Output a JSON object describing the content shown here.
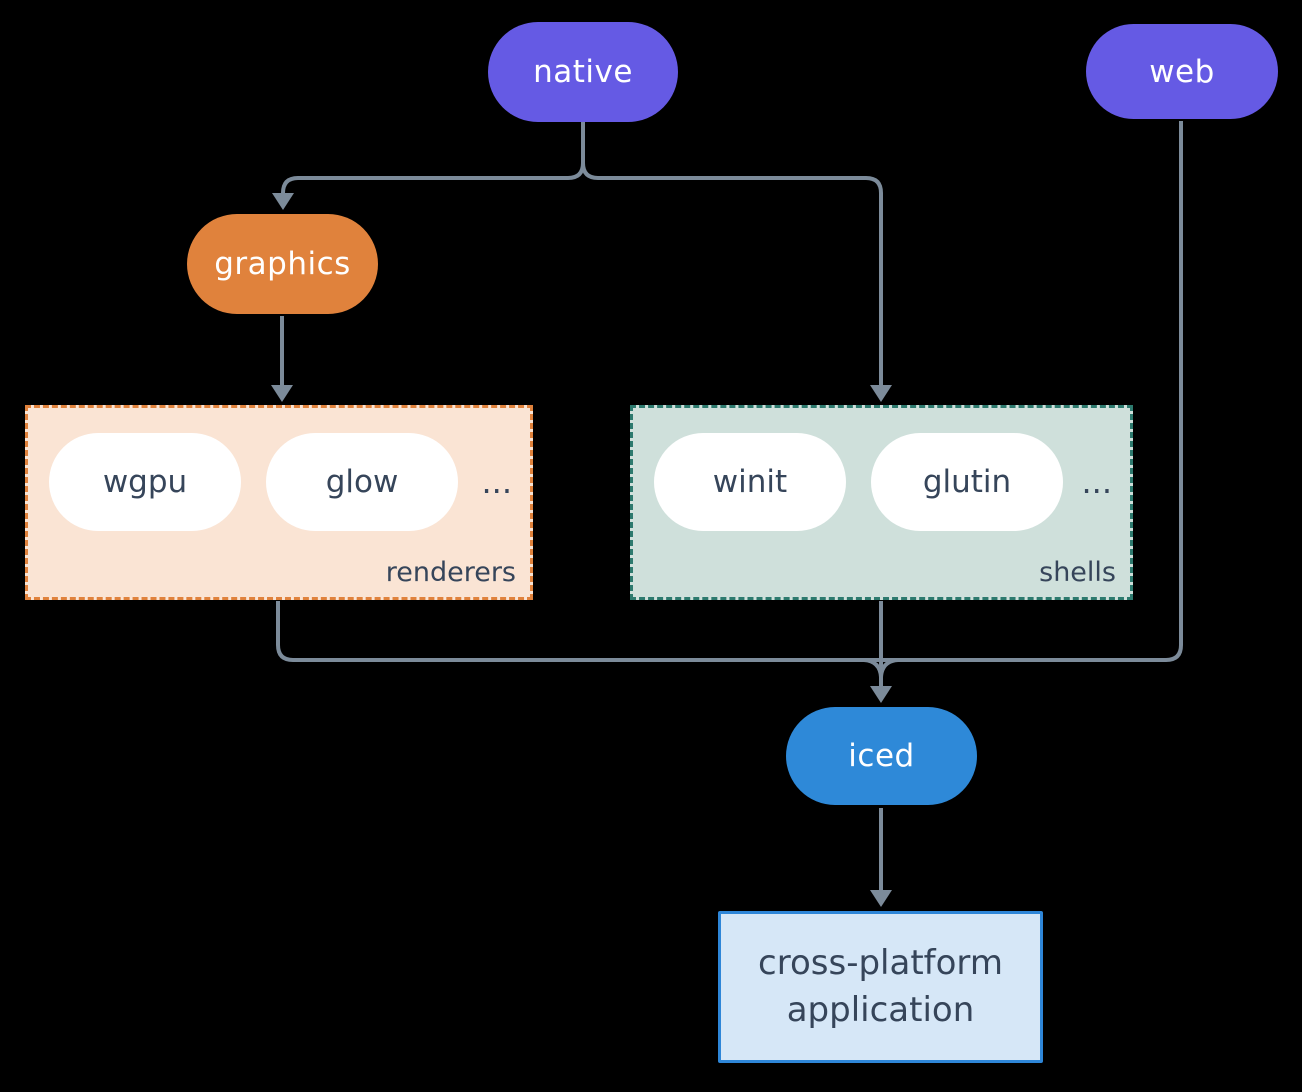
{
  "nodes": {
    "native": "native",
    "web": "web",
    "graphics": "graphics",
    "iced": "iced",
    "application_line1": "cross-platform",
    "application_line2": "application"
  },
  "groups": {
    "renderers": {
      "label": "renderers",
      "items": [
        "wgpu",
        "glow"
      ],
      "ellipsis": "..."
    },
    "shells": {
      "label": "shells",
      "items": [
        "winit",
        "glutin"
      ],
      "ellipsis": "..."
    }
  },
  "colors": {
    "background": "#000000",
    "purple_pill": "#655AE4",
    "orange_pill": "#E0823C",
    "blue_pill": "#2E89D8",
    "renderers_bg": "#FAE4D4",
    "renderers_border": "#E0823C",
    "shells_bg": "#CFE0DB",
    "shells_border": "#2D7A6E",
    "app_box_bg": "#D6E7F7",
    "app_box_border": "#2E86D8",
    "inner_pill_bg": "#FFFFFF",
    "dark_text": "#36455A",
    "connector_line": "#7C8B9A"
  }
}
